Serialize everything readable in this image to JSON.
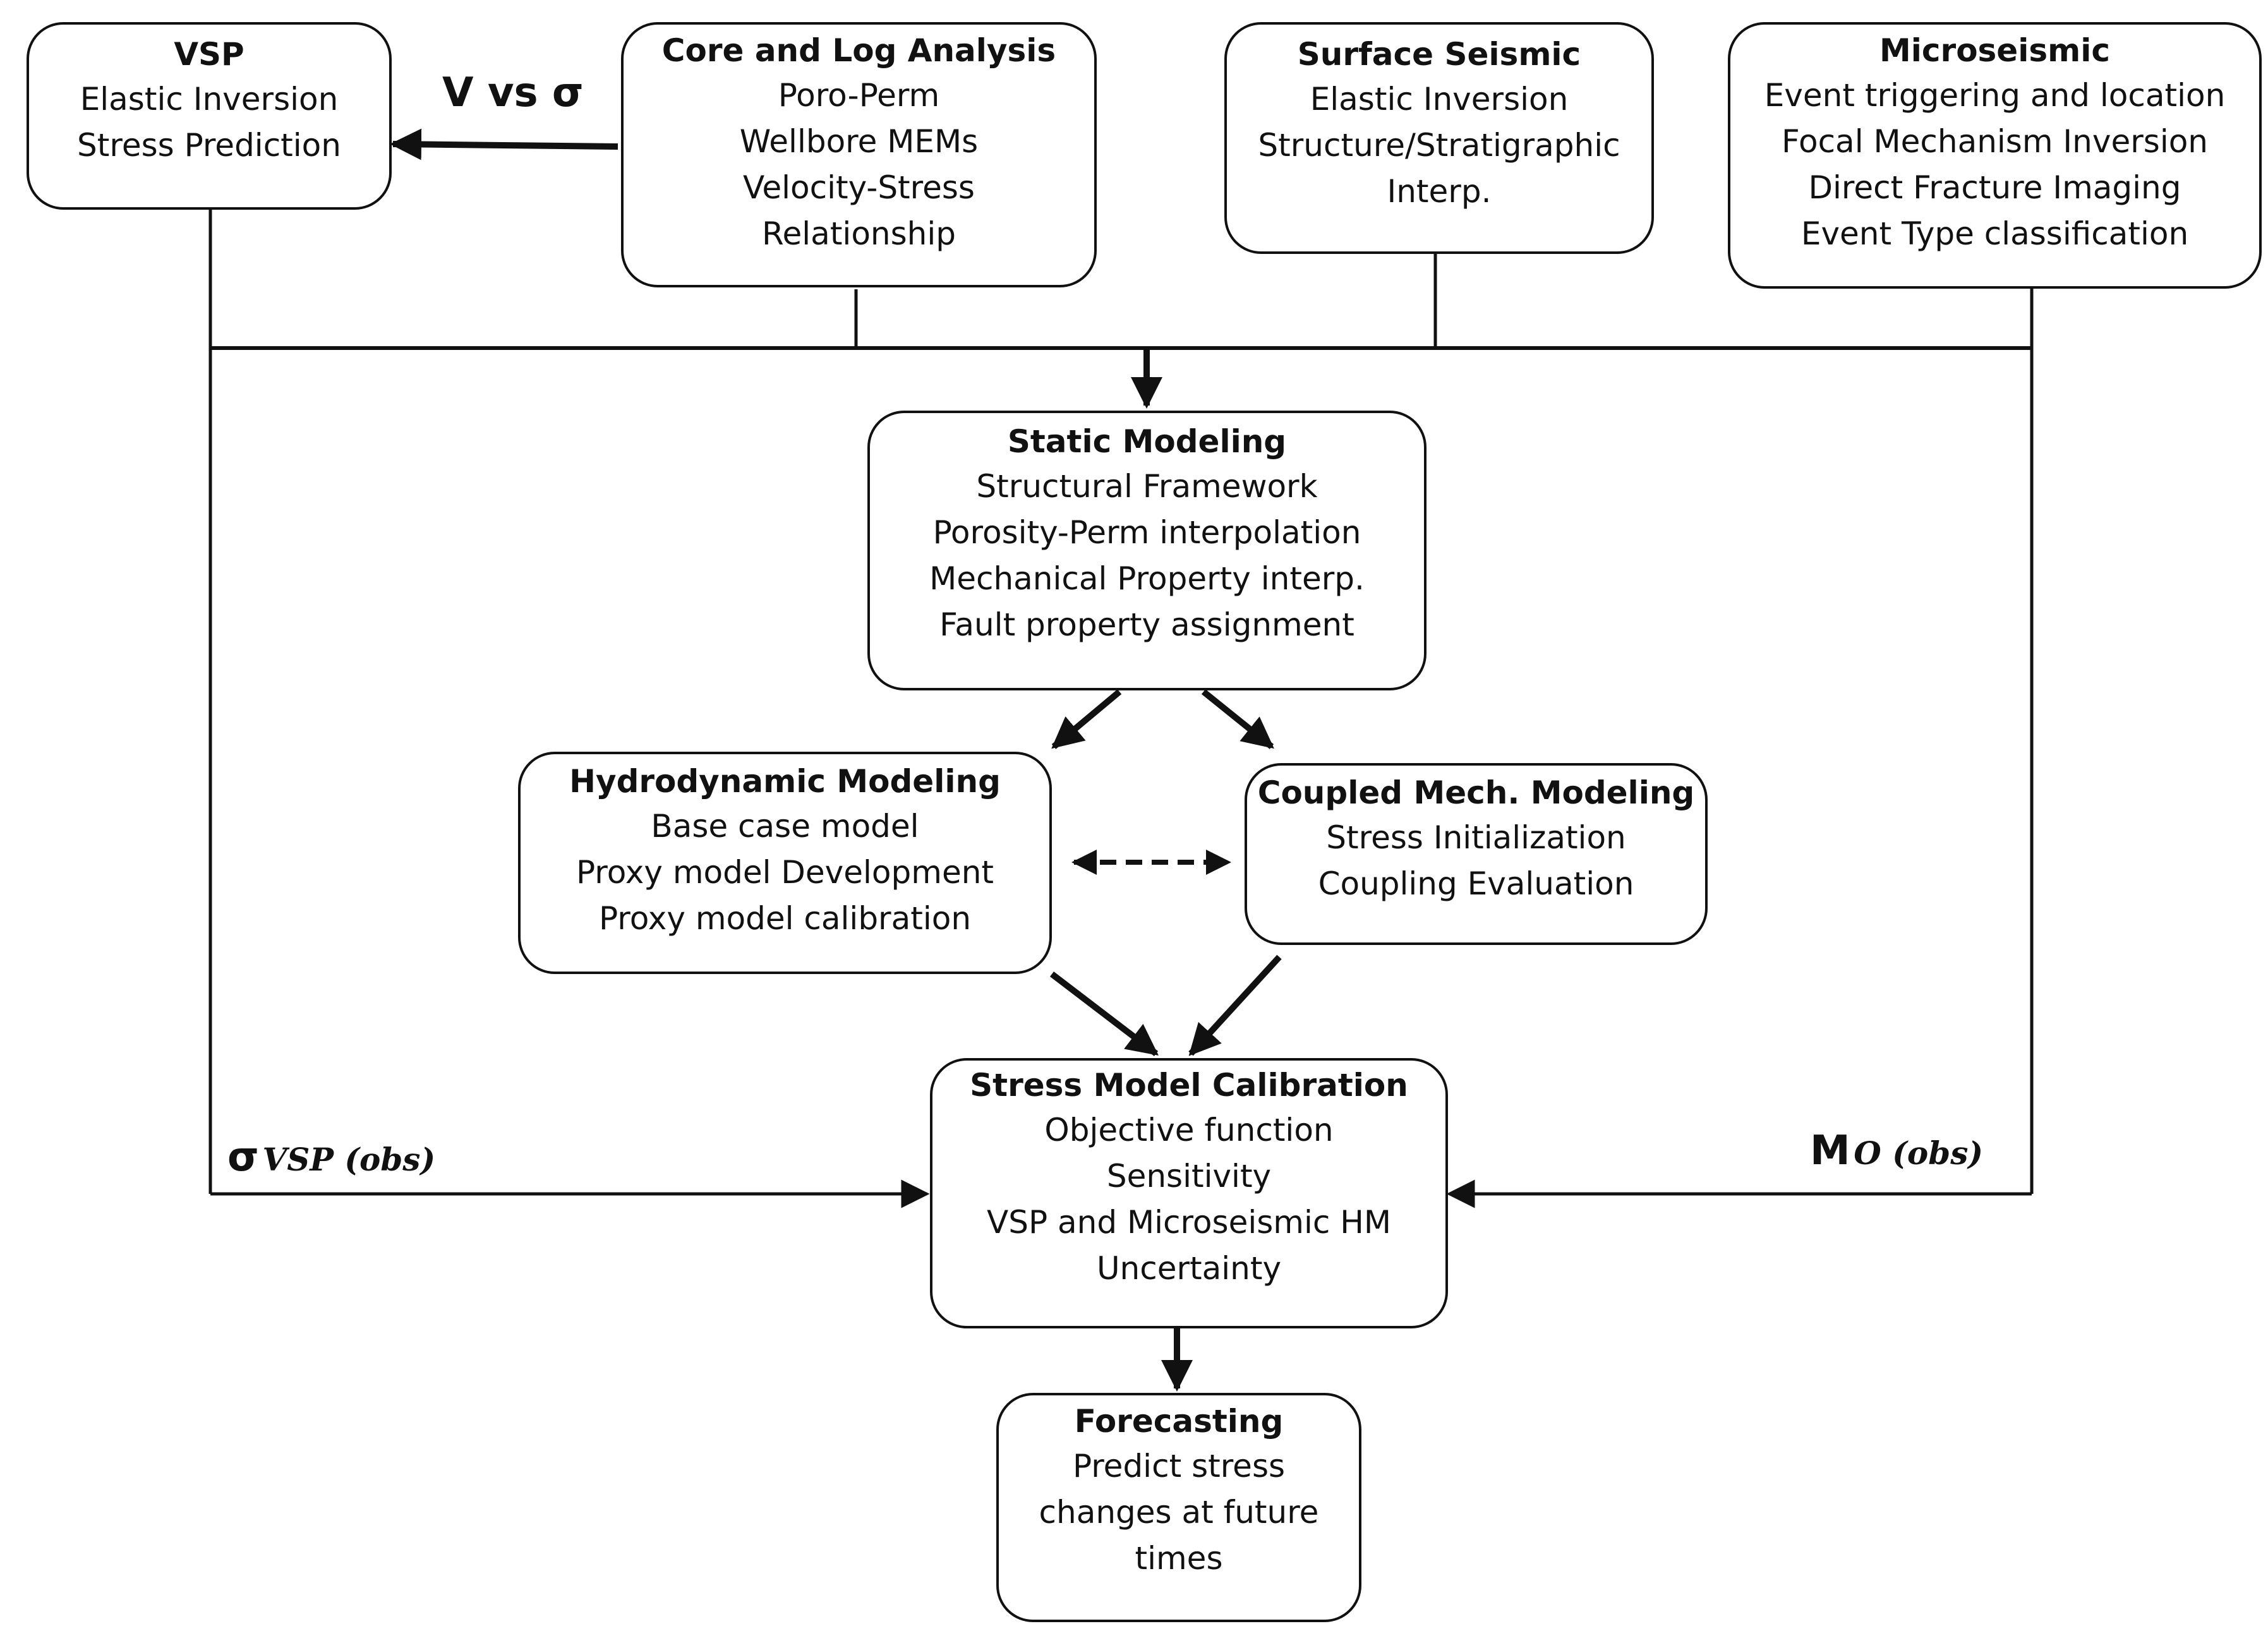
{
  "boxes": {
    "vsp": {
      "title": "VSP",
      "lines": [
        "Elastic Inversion",
        "Stress Prediction"
      ]
    },
    "core": {
      "title": "Core and Log Analysis",
      "lines": [
        "Poro-Perm",
        "Wellbore MEMs",
        "Velocity-Stress",
        "Relationship"
      ]
    },
    "surface": {
      "title": "Surface Seismic",
      "lines": [
        "Elastic Inversion",
        "Structure/Stratigraphic",
        "Interp."
      ]
    },
    "micro": {
      "title": "Microseismic",
      "lines": [
        "Event triggering and location",
        "Focal Mechanism Inversion",
        "Direct Fracture Imaging",
        "Event Type classification"
      ]
    },
    "static": {
      "title": "Static Modeling",
      "lines": [
        "Structural Framework",
        "Porosity-Perm interpolation",
        "Mechanical Property interp.",
        "Fault property assignment"
      ]
    },
    "hydro": {
      "title": "Hydrodynamic Modeling",
      "lines": [
        "Base case model",
        "Proxy model Development",
        "Proxy model calibration"
      ]
    },
    "coupled": {
      "title": "Coupled Mech. Modeling",
      "lines": [
        "Stress Initialization",
        "Coupling Evaluation"
      ]
    },
    "calib": {
      "title": "Stress Model Calibration",
      "lines": [
        "Objective function",
        "Sensitivity",
        "VSP and Microseismic HM",
        "Uncertainty"
      ]
    },
    "forecast": {
      "title": "Forecasting",
      "lines": [
        "Predict stress",
        "changes at future",
        "times"
      ]
    }
  },
  "labels": {
    "v_vs_sigma": "V vs σ",
    "sigma_symbol": "σ",
    "sigma_subscript": "VSP (obs)",
    "m_symbol": "M",
    "m_subscript": "O (obs)"
  }
}
